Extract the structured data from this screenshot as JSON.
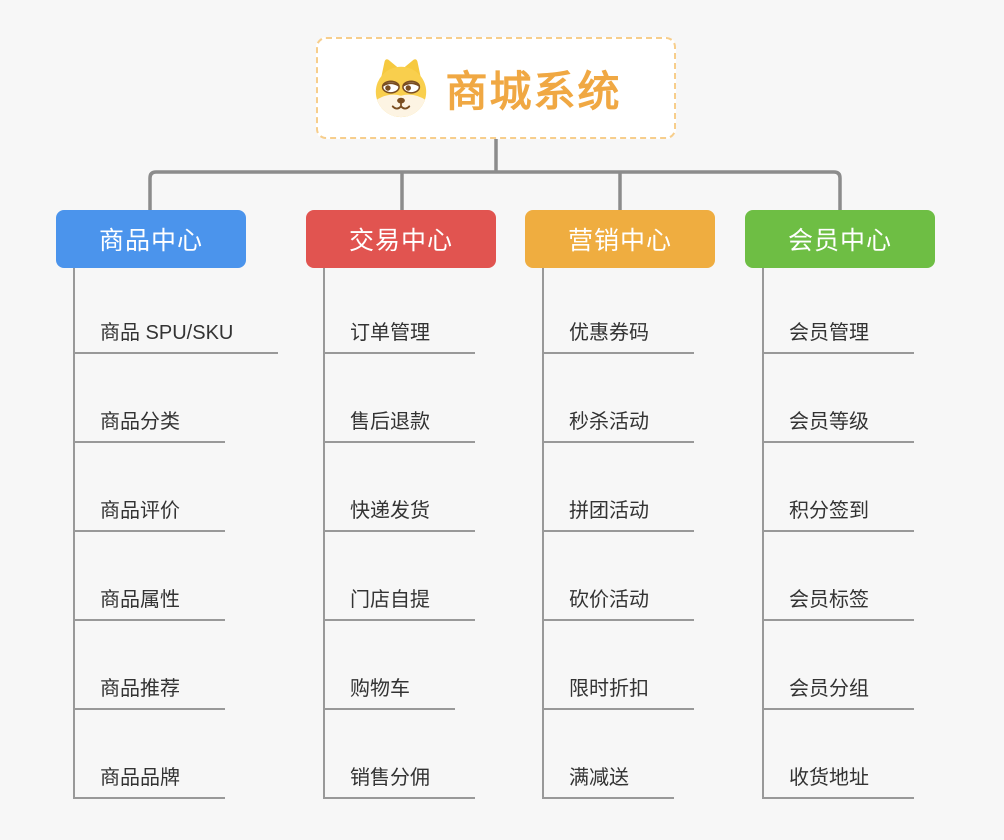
{
  "root": {
    "title": "商城系统",
    "icon": "dog-face-icon"
  },
  "branches": [
    {
      "label": "商品中心",
      "color": "#4B94EC",
      "items": [
        "商品 SPU/SKU",
        "商品分类",
        "商品评价",
        "商品属性",
        "商品推荐",
        "商品品牌"
      ]
    },
    {
      "label": "交易中心",
      "color": "#E15450",
      "items": [
        "订单管理",
        "售后退款",
        "快递发货",
        "门店自提",
        "购物车",
        "销售分佣"
      ]
    },
    {
      "label": "营销中心",
      "color": "#EFAD40",
      "items": [
        "优惠券码",
        "秒杀活动",
        "拼团活动",
        "砍价活动",
        "限时折扣",
        "满减送"
      ]
    },
    {
      "label": "会员中心",
      "color": "#6EBE44",
      "items": [
        "会员管理",
        "会员等级",
        "积分签到",
        "会员标签",
        "会员分组",
        "收货地址"
      ]
    }
  ],
  "colors": {
    "background": "#F7F7F7",
    "connector": "#8C8C8C",
    "underline": "#999999",
    "leaf_text": "#333333",
    "root_text": "#F0A843",
    "root_border": "#F7CE8C"
  }
}
